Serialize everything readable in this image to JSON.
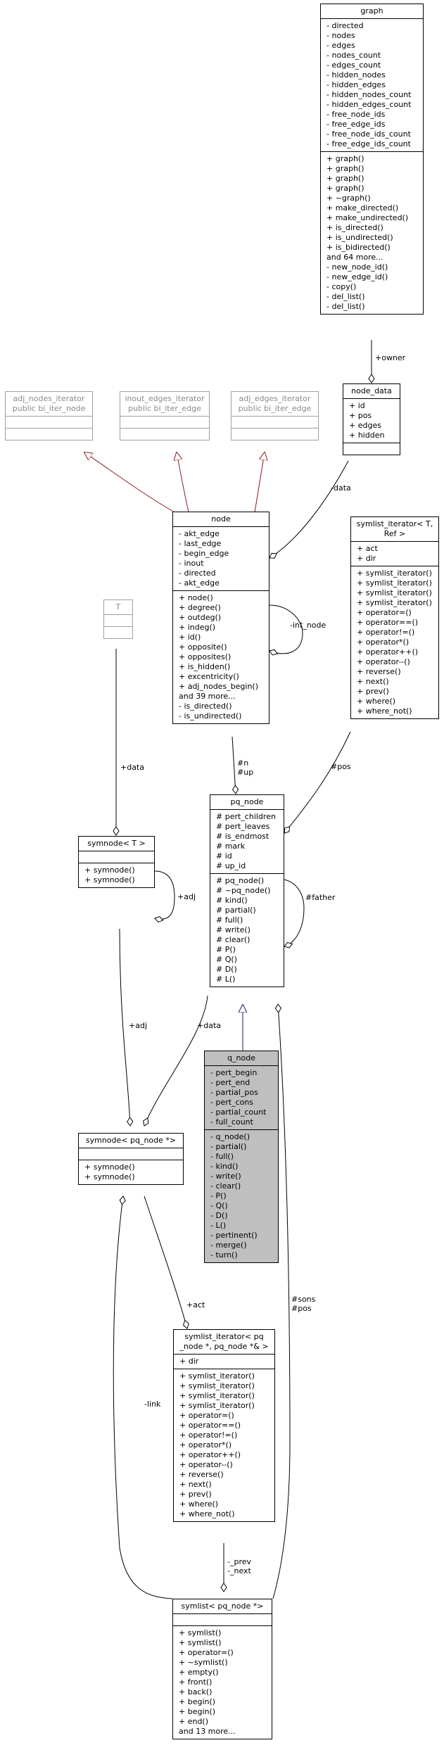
{
  "classes": {
    "graph": {
      "title": [
        "graph"
      ],
      "attributes": [
        "- directed",
        "- nodes",
        "- edges",
        "- nodes_count",
        "- edges_count",
        "- hidden_nodes",
        "- hidden_edges",
        "- hidden_nodes_count",
        "- hidden_edges_count",
        "- free_node_ids",
        "- free_edge_ids",
        "- free_node_ids_count",
        "- free_edge_ids_count"
      ],
      "methods": [
        "+ graph()",
        "+ graph()",
        "+ graph()",
        "+ graph()",
        "+ ~graph()",
        "+ make_directed()",
        "+ make_undirected()",
        "+ is_directed()",
        "+ is_undirected()",
        "+ is_bidirected()",
        "and 64 more...",
        "- new_node_id()",
        "- new_edge_id()",
        "- copy()",
        "- del_list()",
        "- del_list()"
      ]
    },
    "node_data": {
      "title": [
        "node_data"
      ],
      "attributes": [
        "+ id",
        "+ pos",
        "+ edges",
        "+ hidden"
      ],
      "methods": []
    },
    "adj_nodes_iterator": {
      "title": [
        "adj_nodes_iterator",
        "public bi_iter_node"
      ],
      "attributes": [],
      "methods": []
    },
    "inout_edges_iterator": {
      "title": [
        "inout_edges_iterator",
        "public bi_iter_edge"
      ],
      "attributes": [],
      "methods": []
    },
    "adj_edges_iterator": {
      "title": [
        "adj_edges_iterator",
        "public bi_iter_edge"
      ],
      "attributes": [],
      "methods": []
    },
    "node": {
      "title": [
        "node"
      ],
      "attributes": [
        "- akt_edge",
        "- last_edge",
        "- begin_edge",
        "- inout",
        "- directed",
        "- akt_edge"
      ],
      "methods": [
        "+ node()",
        "+ degree()",
        "+ outdeg()",
        "+ indeg()",
        "+ id()",
        "+ opposite()",
        "+ opposites()",
        "+ is_hidden()",
        "+ excentricity()",
        "+ adj_nodes_begin()",
        "and 39 more...",
        "- is_directed()",
        "- is_undirected()"
      ]
    },
    "symlist_iterator_T_Ref": {
      "title": [
        "symlist_iterator< T,",
        "Ref >"
      ],
      "attributes": [
        "+ act",
        "+ dir"
      ],
      "methods": [
        "+ symlist_iterator()",
        "+ symlist_iterator()",
        "+ symlist_iterator()",
        "+ symlist_iterator()",
        "+ operator=()",
        "+ operator==()",
        "+ operator!=()",
        "+ operator*()",
        "+ operator++()",
        "+ operator--()",
        "+ reverse()",
        "+ next()",
        "+ prev()",
        "+ where()",
        "+ where_not()"
      ]
    },
    "T": {
      "title": [
        "T"
      ],
      "attributes": [],
      "methods": []
    },
    "pq_node": {
      "title": [
        "pq_node"
      ],
      "attributes": [
        "# pert_children",
        "# pert_leaves",
        "# is_endmost",
        "# mark",
        "# id",
        "# up_id"
      ],
      "methods": [
        "# pq_node()",
        "# ~pq_node()",
        "# kind()",
        "# partial()",
        "# full()",
        "# write()",
        "# clear()",
        "# P()",
        "# Q()",
        "# D()",
        "# L()"
      ]
    },
    "symnode_T": {
      "title": [
        "symnode< T >"
      ],
      "attributes": [],
      "methods": [
        "+ symnode()",
        "+ symnode()"
      ]
    },
    "q_node": {
      "title": [
        "q_node"
      ],
      "attributes": [
        "- pert_begin",
        "- pert_end",
        "- partial_pos",
        "- pert_cons",
        "- partial_count",
        "- full_count"
      ],
      "methods": [
        "- q_node()",
        "- partial()",
        "- full()",
        "- kind()",
        "- write()",
        "- clear()",
        "- P()",
        "- Q()",
        "- D()",
        "- L()",
        "- pertinent()",
        "- merge()",
        "- turn()"
      ]
    },
    "symnode_pq": {
      "title": [
        "symnode< pq_node *>"
      ],
      "attributes": [],
      "methods": [
        "+ symnode()",
        "+ symnode()"
      ]
    },
    "symlist_iterator_pq": {
      "title": [
        "symlist_iterator< pq",
        "_node *, pq_node *& >"
      ],
      "attributes": [
        "+ dir"
      ],
      "methods": [
        "+ symlist_iterator()",
        "+ symlist_iterator()",
        "+ symlist_iterator()",
        "+ symlist_iterator()",
        "+ operator=()",
        "+ operator==()",
        "+ operator!=()",
        "+ operator*()",
        "+ operator++()",
        "+ operator--()",
        "+ reverse()",
        "+ next()",
        "+ prev()",
        "+ where()",
        "+ where_not()"
      ]
    },
    "symlist_pq": {
      "title": [
        "symlist< pq_node *>"
      ],
      "attributes": [],
      "methods": [
        "+ symlist()",
        "+ symlist()",
        "+ operator=()",
        "+ ~symlist()",
        "+ empty()",
        "+ front()",
        "+ back()",
        "+ begin()",
        "+ begin()",
        "+ end()",
        "and 13 more..."
      ]
    }
  },
  "edge_labels": {
    "owner": [
      "+owner"
    ],
    "data_node": [
      "-data"
    ],
    "int_node": [
      "-int_node"
    ],
    "n_up": [
      "#n",
      "#up"
    ],
    "pos_iter": [
      "#pos"
    ],
    "data_T": [
      "+data"
    ],
    "adj_self": [
      "+adj"
    ],
    "father": [
      "#father"
    ],
    "adj_symnode": [
      "+adj"
    ],
    "data_pq": [
      "+data"
    ],
    "act": [
      "+act"
    ],
    "link": [
      "-link"
    ],
    "sons_pos": [
      "#sons",
      "#pos"
    ],
    "prev_next": [
      "-_prev",
      "-_next"
    ]
  },
  "colors": {
    "line": "#000000",
    "inherit_public": "#191970",
    "inherit_template": "#8b1a1a",
    "inactive_box": "#a0a0a0",
    "highlight": "#bfbfbf"
  }
}
